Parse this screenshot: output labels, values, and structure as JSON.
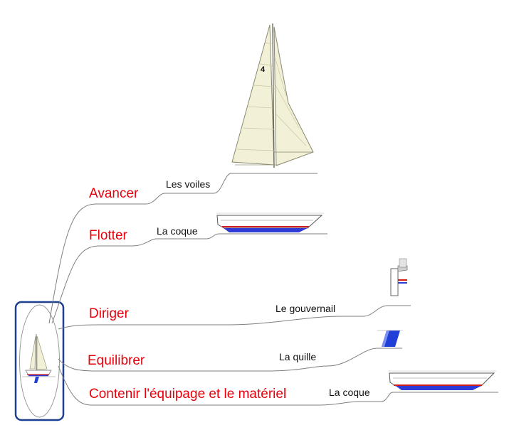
{
  "diagram": {
    "branches": [
      {
        "function": "Avancer",
        "part": "Les voiles"
      },
      {
        "function": "Flotter",
        "part": "La coque"
      },
      {
        "function": "Diriger",
        "part": "Le gouvernail"
      },
      {
        "function": "Equilibrer",
        "part": "La quille"
      },
      {
        "function": "Contenir l'équipage et le matériel",
        "part": "La coque"
      }
    ],
    "colors": {
      "function_text": "#e8000b",
      "part_text": "#111111",
      "connector": "#7f7f7f",
      "node_frame": "#1e3f8f",
      "sail": "#f2f0d6",
      "hull_bottom": "#2e3bd6",
      "waterline": "#d21b1b",
      "keel": "#1f3fd8"
    }
  }
}
